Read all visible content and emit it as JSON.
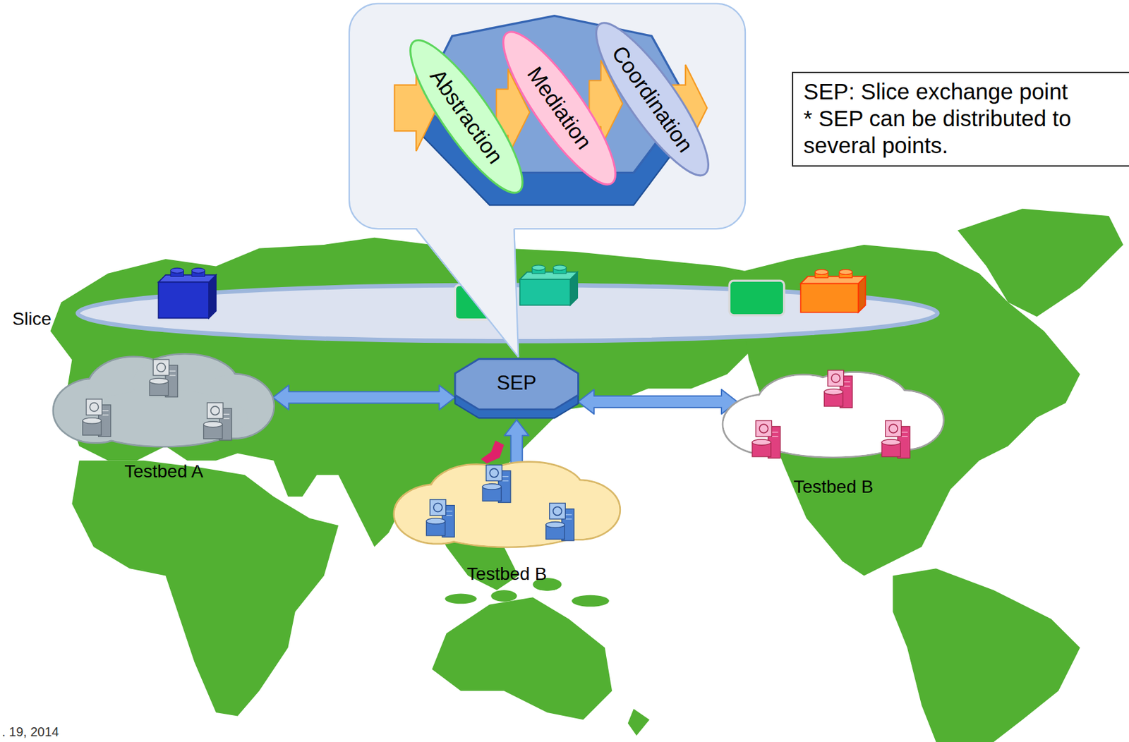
{
  "diagram": {
    "nodes": [
      {
        "text": [
          "Abstraction"
        ]
      },
      {
        "text": [
          "Mediation"
        ]
      },
      {
        "text": [
          "Coordination"
        ]
      },
      {
        "text": [
          "SEP: Slice exchange point",
          "* SEP can be distributed to several points."
        ]
      },
      {
        "text": [
          "Slice"
        ]
      },
      {
        "text": [
          "Testbed A"
        ]
      },
      {
        "text": [
          "SEP"
        ]
      },
      {
        "text": [
          "Testbed B"
        ]
      },
      {
        "text": [
          "Testbed B"
        ]
      }
    ],
    "edges": [
      {
        "from": 0,
        "to": 1,
        "arrow": "to"
      },
      {
        "from": 1,
        "to": 2,
        "arrow": "to"
      },
      {
        "from": 5,
        "to": 6,
        "arrow": "both"
      },
      {
        "from": 6,
        "to": 7,
        "arrow": "both"
      },
      {
        "from": 8,
        "to": 6,
        "arrow": "to"
      }
    ],
    "labels": [
      ". 19, 2014"
    ]
  }
}
